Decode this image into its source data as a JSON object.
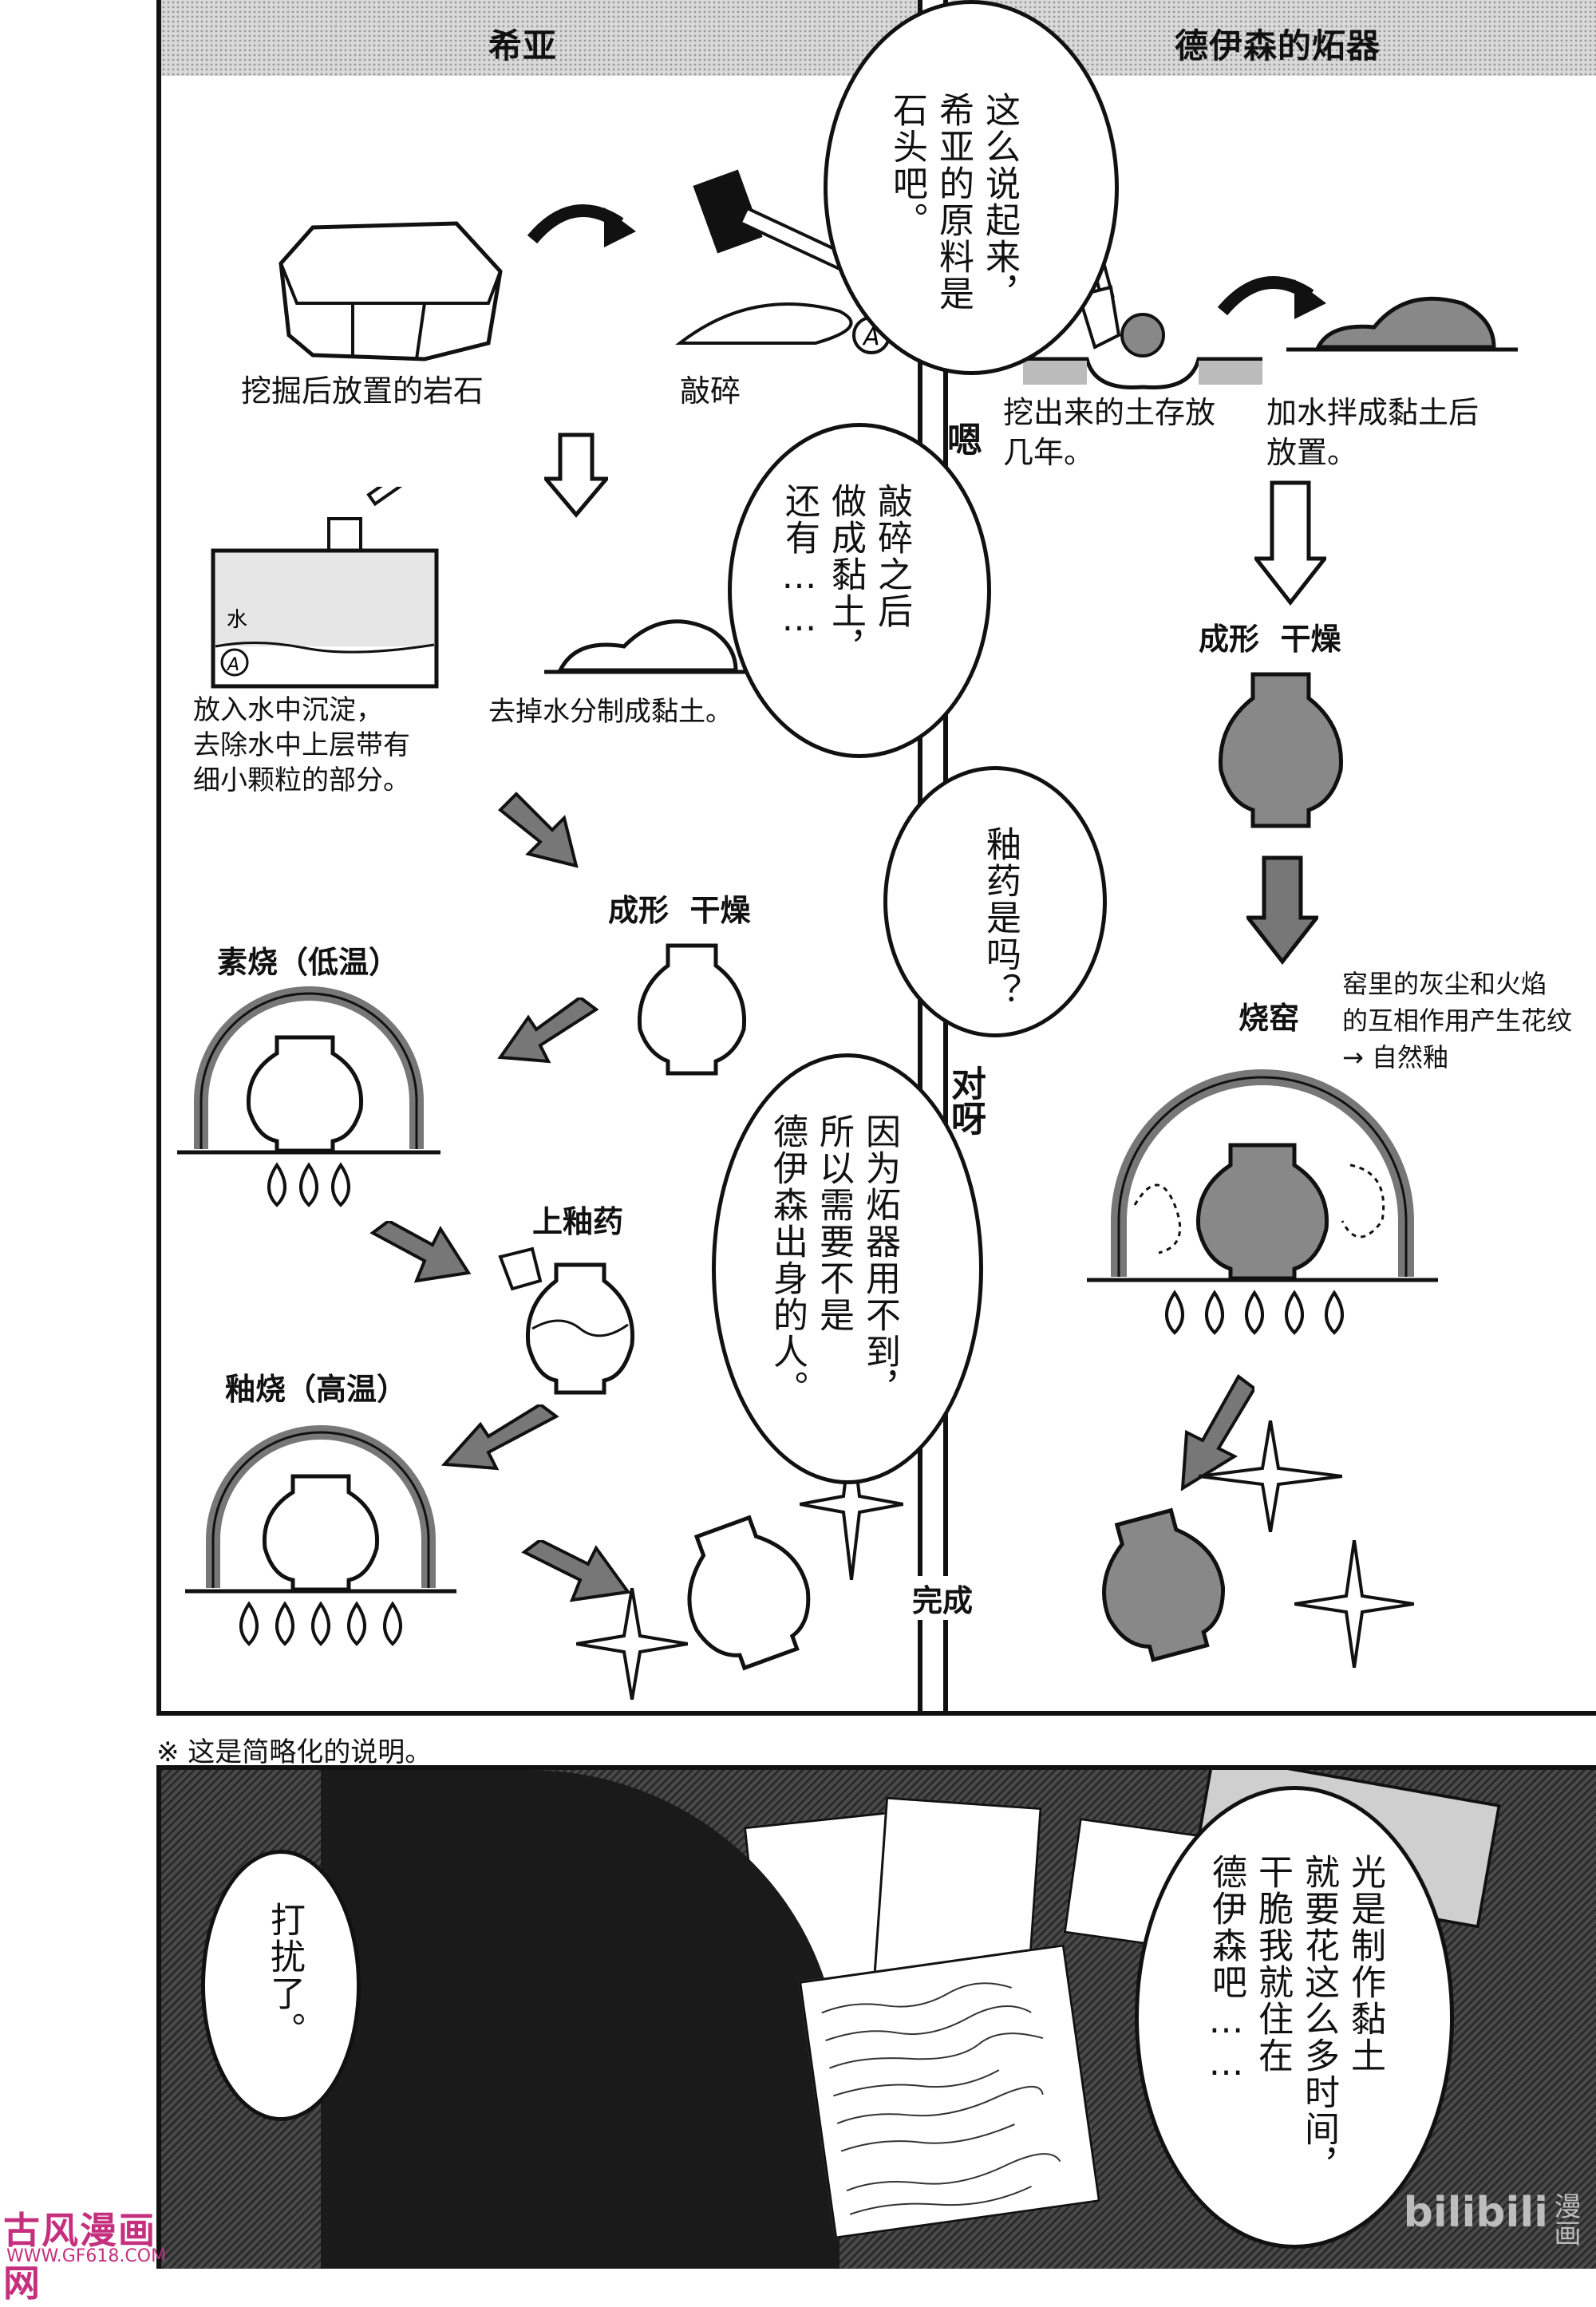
{
  "header": {
    "left_title": "希亚",
    "right_title": "德伊森的炻器"
  },
  "left_flow": {
    "rock_caption": "挖掘后放置的岩石",
    "crush_caption": "敲碎",
    "settle_caption": "放入水中沉淀，\n去除水中上层带有\n细小颗粒的部分。",
    "water_label": "水",
    "marker_a": "A",
    "clay_caption": "去掉水分制成黏土。",
    "shape_dry": "成形  干燥",
    "bisque": "素烧（低温）",
    "glaze": "上釉药",
    "glaze_fire": "釉烧（高温）"
  },
  "right_flow": {
    "dig_caption": "挖出来的土存放\n几年。",
    "mix_caption": "加水拌成黏土后\n放置。",
    "shape_dry": "成形  干燥",
    "kiln": "烧窑",
    "kiln_note": "窑里的灰尘和火焰\n的互相作用产生花纹\n→ 自然釉"
  },
  "finish_label": "完成",
  "bubbles": {
    "b1": "这么说起来，\n希亚的原料是\n石头吧。",
    "b2_sfx": "嗯",
    "b2": "敲碎之后\n做成黏土，\n还有……",
    "b3": "釉药是吗？",
    "b4_sfx": "对呀",
    "b4": "因为炻器用不到，\n所以需要不是\n德伊森出身的人。",
    "b5": "打扰了。",
    "b6": "光是制作黏土\n就要花这么多时间，\n干脆我就住在\n德伊森吧……"
  },
  "footnote": "※ 这是简略化的说明。",
  "watermark": {
    "site_name": "古风漫画网",
    "site_url": "WWW.GF618.COM",
    "bili_logo": "bilibili",
    "bili_cn": "漫画"
  }
}
